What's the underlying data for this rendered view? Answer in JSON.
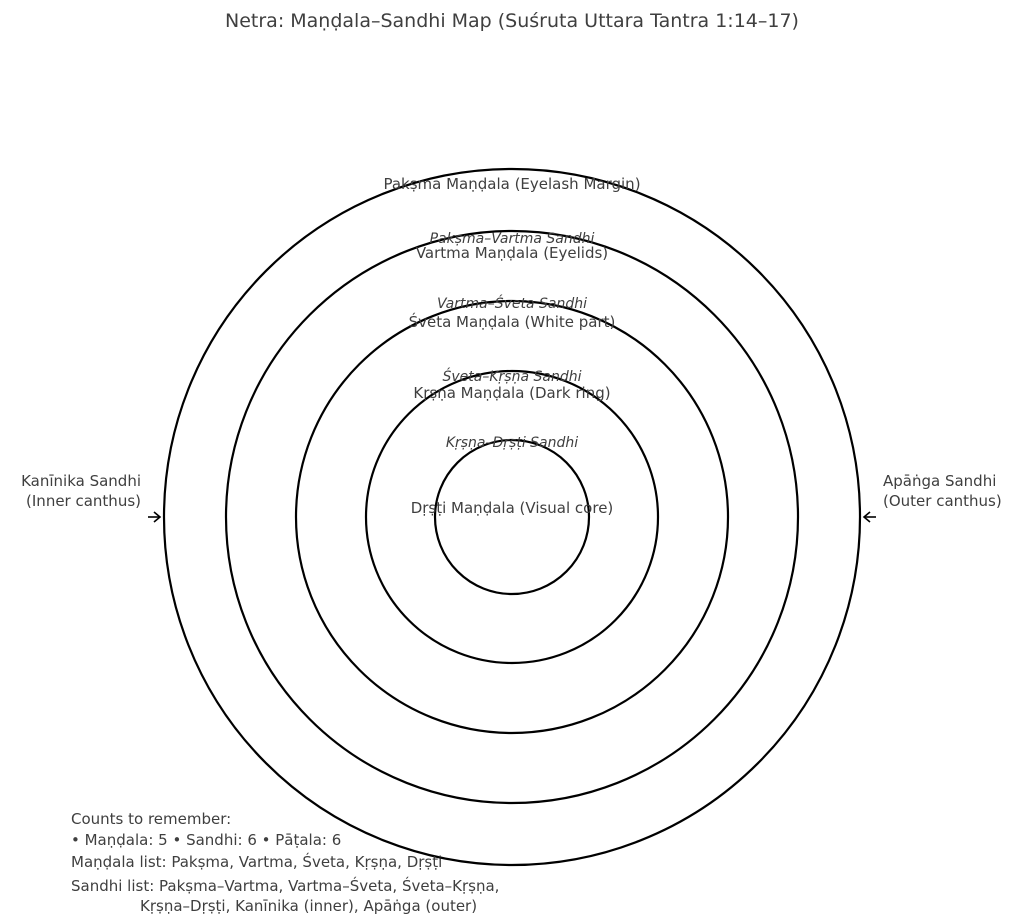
{
  "title": "Netra: Maṇḍala–Sandhi Map (Suśruta Uttara Tantra 1:14–17)",
  "mandalas": [
    {
      "label": "Pakṣma Maṇḍala (Eyelash Margin)"
    },
    {
      "label": "Vartma Maṇḍala (Eyelids)"
    },
    {
      "label": "Śveta Maṇḍala (White part)"
    },
    {
      "label": "Kṛṣṇa Maṇḍala (Dark ring)"
    },
    {
      "label": "Dṛṣṭi Maṇḍala (Visual core)"
    }
  ],
  "sandhis": [
    {
      "label": "Pakṣma–Vartma Sandhi"
    },
    {
      "label": "Vartma–Śveta Sandhi"
    },
    {
      "label": "Śveta–Kṛṣṇa Sandhi"
    },
    {
      "label": "Kṛṣṇa–Dṛṣṭi Sandhi"
    }
  ],
  "canthi": {
    "left": {
      "line1": "Kanīnika Sandhi",
      "line2": "(Inner canthus)"
    },
    "right": {
      "line1": "Apāṅga Sandhi",
      "line2": "(Outer canthus)"
    }
  },
  "notes": {
    "heading": "Counts to remember:",
    "counts": "• Maṇḍala: 5  • Sandhi: 6  • Pāṭala: 6",
    "mandala_list": "Maṇḍala list: Pakṣma, Vartma, Śveta, Kṛṣṇa, Dṛṣṭi",
    "sandhi_list_1": "Sandhi list: Pakṣma–Vartma, Vartma–Śveta, Śveta–Kṛṣṇa,",
    "sandhi_list_2": "Kṛṣṇa–Dṛṣṭi, Kanīnika (inner), Apāṅga (outer)"
  }
}
